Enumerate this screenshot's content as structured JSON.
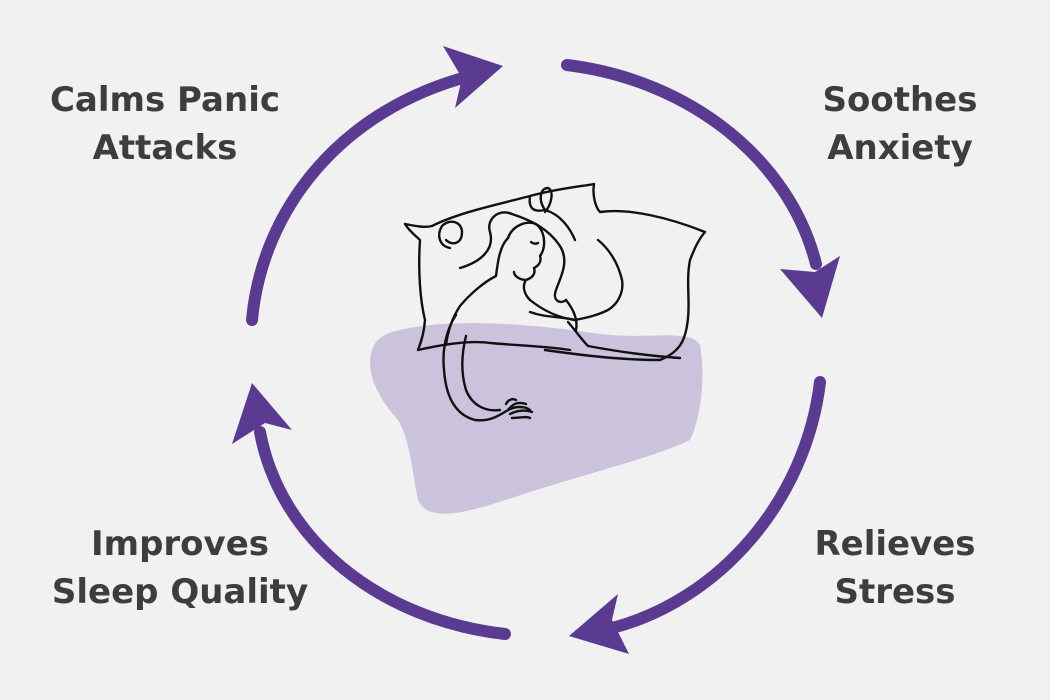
{
  "diagram": {
    "type": "cycle",
    "direction": "clockwise",
    "colors": {
      "background": "#f1f1f2",
      "arrow": "#5b3b92",
      "blob": "#cac3db",
      "text": "#3d3d3f",
      "line_art": "#111111"
    },
    "center_illustration": "person-sleeping-on-pillows-line-art",
    "benefits": [
      {
        "id": "calms-panic-attacks",
        "position": "top-left",
        "lines": [
          "Calms Panic",
          "Attacks"
        ]
      },
      {
        "id": "soothes-anxiety",
        "position": "top-right",
        "lines": [
          "Soothes",
          "Anxiety"
        ]
      },
      {
        "id": "relieves-stress",
        "position": "bottom-right",
        "lines": [
          "Relieves",
          "Stress"
        ]
      },
      {
        "id": "improves-sleep-quality",
        "position": "bottom-left",
        "lines": [
          "Improves",
          "Sleep Quality"
        ]
      }
    ]
  }
}
